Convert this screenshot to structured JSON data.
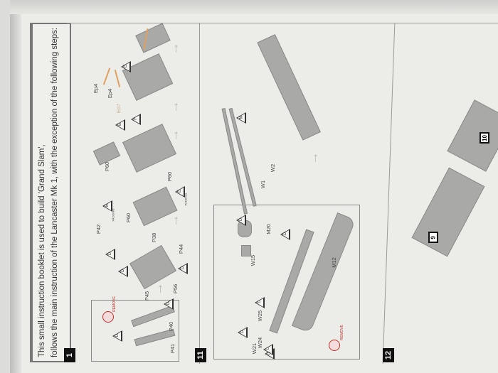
{
  "intro": {
    "line1": "This small instruction booklet is used to build 'Grand Slam',",
    "line2": "follows the main instruction of the Lancaster Mk 1, with the exception of the following steps:"
  },
  "steps": [
    {
      "number": "1"
    },
    {
      "number": "11"
    },
    {
      "number": "12"
    }
  ],
  "step1": {
    "parts": [
      "P41",
      "P40",
      "P45",
      "P56",
      "P44",
      "P38",
      "P42",
      "P60",
      "P60",
      "P60",
      "Ep4",
      "Ep4",
      "Ep7"
    ],
    "triangles": [
      "D",
      "D",
      "D",
      "D",
      "D",
      "E",
      "E",
      "E",
      "F",
      "E"
    ],
    "padding_note": "PADDING",
    "remove_label": "REMOVE"
  },
  "step11": {
    "parts": [
      "W1",
      "W2",
      "W21",
      "W24",
      "W25",
      "W15",
      "M20",
      "M12"
    ],
    "triangles": [
      "D",
      "D",
      "D",
      "D",
      "L",
      "L",
      "M"
    ],
    "remove_label": "REMOVE"
  },
  "step12": {
    "callouts": [
      "9",
      "10"
    ]
  },
  "colors": {
    "remove": "#c0302a",
    "page": "#ecece9",
    "parts": "#a9a9a7"
  }
}
